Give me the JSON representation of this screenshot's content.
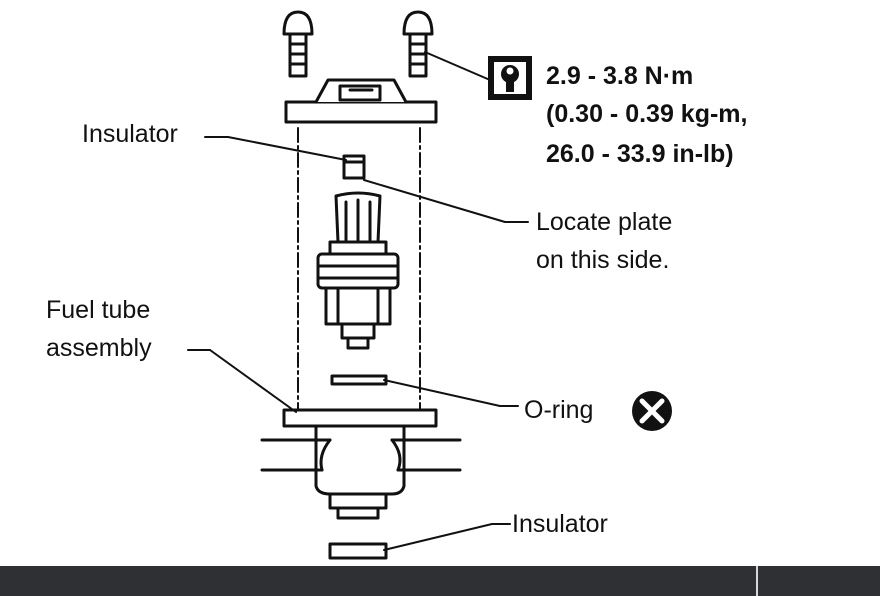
{
  "labels": {
    "insulator_top": "Insulator",
    "torque_line1": "2.9 - 3.8 N·m",
    "torque_line2": "(0.30 - 0.39 kg-m,",
    "torque_line3": "26.0 - 33.9 in-lb)",
    "locate_line1": "Locate plate",
    "locate_line2": "on this side.",
    "fuel_tube_line1": "Fuel tube",
    "fuel_tube_line2": "assembly",
    "o_ring": "O-ring",
    "insulator_bottom": "Insulator"
  },
  "icons": {
    "torque": "torque-wrench-icon",
    "no_reuse": "x-circle-icon"
  },
  "colors": {
    "ink": "#111111",
    "bar": "#2f3033"
  }
}
